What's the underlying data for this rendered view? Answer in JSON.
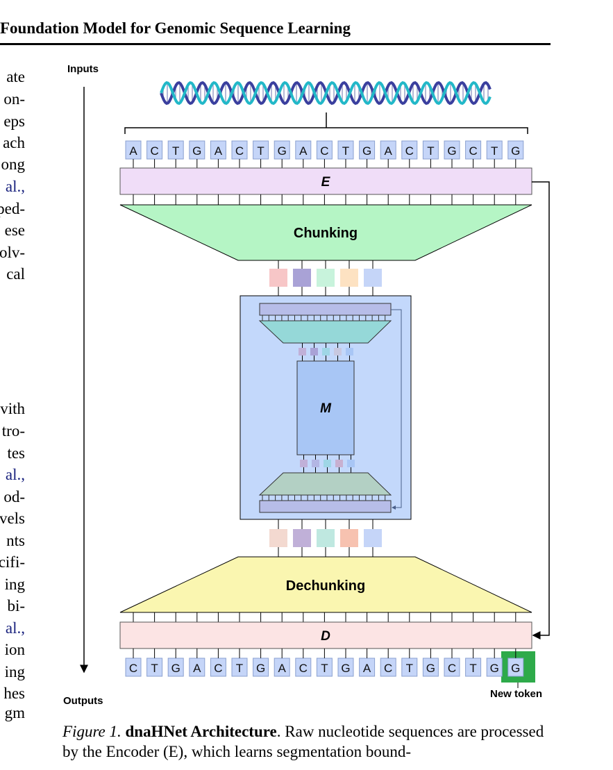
{
  "header": {
    "title": "Foundation Model for Genomic Sequence Learning"
  },
  "left_fragments": [
    {
      "text": "ate",
      "cite": false
    },
    {
      "text": "on-",
      "cite": false
    },
    {
      "text": "eps",
      "cite": false
    },
    {
      "text": "ach",
      "cite": false
    },
    {
      "text": "ong",
      "cite": false
    },
    {
      "text": "al.,",
      "cite": true
    },
    {
      "text": "ped-",
      "cite": false
    },
    {
      "text": "ese",
      "cite": false
    },
    {
      "text": "olv-",
      "cite": false
    },
    {
      "text": "cal",
      "cite": false
    },
    {
      "text": "vith",
      "cite": false
    },
    {
      "text": "tro-",
      "cite": false
    },
    {
      "text": "tes",
      "cite": false
    },
    {
      "text": "al.,",
      "cite": true
    },
    {
      "text": "od-",
      "cite": false
    },
    {
      "text": "vels",
      "cite": false
    },
    {
      "text": "nts",
      "cite": false
    },
    {
      "text": "cifi-",
      "cite": false
    },
    {
      "text": "ing",
      "cite": false
    },
    {
      "text": "bi-",
      "cite": false
    },
    {
      "text": "al.,",
      "cite": true
    },
    {
      "text": "ion",
      "cite": false
    },
    {
      "text": "ing",
      "cite": false
    },
    {
      "text": "hes",
      "cite": false
    },
    {
      "text": "gm",
      "cite": false
    }
  ],
  "figure": {
    "inputs_label": "Inputs",
    "outputs_label": "Outputs",
    "input_tokens": [
      "A",
      "C",
      "T",
      "G",
      "A",
      "C",
      "T",
      "G",
      "A",
      "C",
      "T",
      "G",
      "A",
      "C",
      "T",
      "G",
      "C",
      "T",
      "G"
    ],
    "output_tokens": [
      "C",
      "T",
      "G",
      "A",
      "C",
      "T",
      "G",
      "A",
      "C",
      "T",
      "G",
      "A",
      "C",
      "T",
      "G",
      "C",
      "T",
      "G",
      "G"
    ],
    "encoder_label": "E",
    "decoder_label": "D",
    "main_label": "M",
    "chunking_label": "Chunking",
    "dechunking_label": "Dechunking",
    "new_token_label": "New token",
    "chunk_colors": [
      "#f7c6c7",
      "#a9a2d6",
      "#c8f3dc",
      "#fde2c2",
      "#c5d5f8"
    ],
    "dechunk_colors": [
      "#f3d9d0",
      "#c0b0d8",
      "#bfe8e0",
      "#f7c2b0",
      "#c5d5f8"
    ],
    "token_color": "#c5d5f8",
    "encoder_color": "#f0ddf8",
    "decoder_color": "#fce4e4",
    "chunking_color": "#b5f5c5",
    "dechunking_color": "#faf6b0",
    "inner_color": "#c3d8fb",
    "new_token_color": "#2eaa4a"
  },
  "caption": {
    "fig_label": "Figure 1.",
    "title": "dnaHNet Architecture",
    "body": ". Raw nucleotide sequences are processed by the Encoder (E), which learns segmentation bound-"
  }
}
